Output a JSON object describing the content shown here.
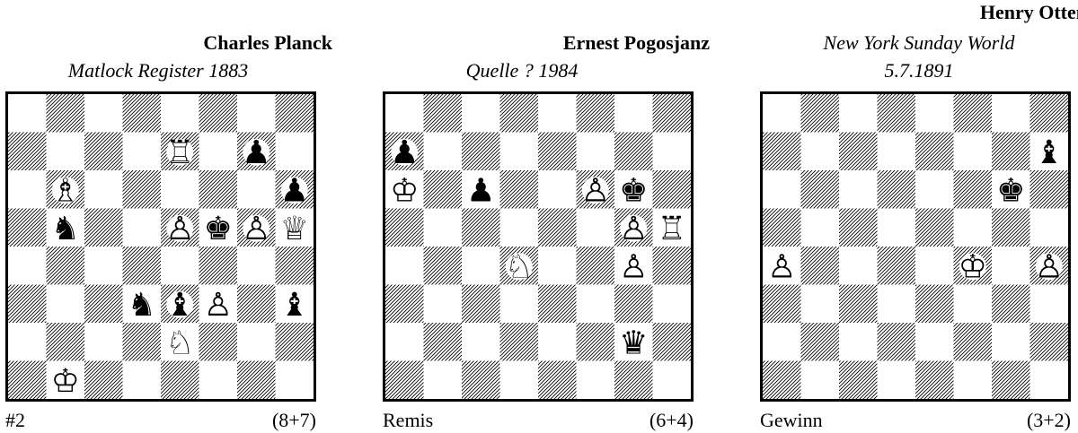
{
  "diagrams": [
    {
      "author": "Charles Planck",
      "source": "Matlock Register  1883",
      "stipulation": "#2",
      "count": "(8+7)",
      "position": [
        "........",
        "....R.p.",
        ".B.....p",
        ".n..Pk PQ",
        "........",
        "...nbP.b",
        "....N...",
        ".K......"
      ]
    },
    {
      "author": "Ernest Pogosjanz",
      "source": "Quelle ?  1984",
      "stipulation": "Remis",
      "count": "(6+4)",
      "position": [
        "........",
        "p.......",
        "K.p..Pk.",
        "......PR",
        "...N..P.",
        "........",
        "......q.",
        "........"
      ]
    },
    {
      "author": "Henry Otten",
      "source_line1": "New York Sunday World",
      "source_line2": "5.7.1891",
      "stipulation": "Gewinn",
      "count": "(3+2)",
      "position": [
        "........",
        ".......b",
        "......k.",
        "........",
        "P....K.P",
        "........",
        "........",
        "........"
      ]
    }
  ]
}
